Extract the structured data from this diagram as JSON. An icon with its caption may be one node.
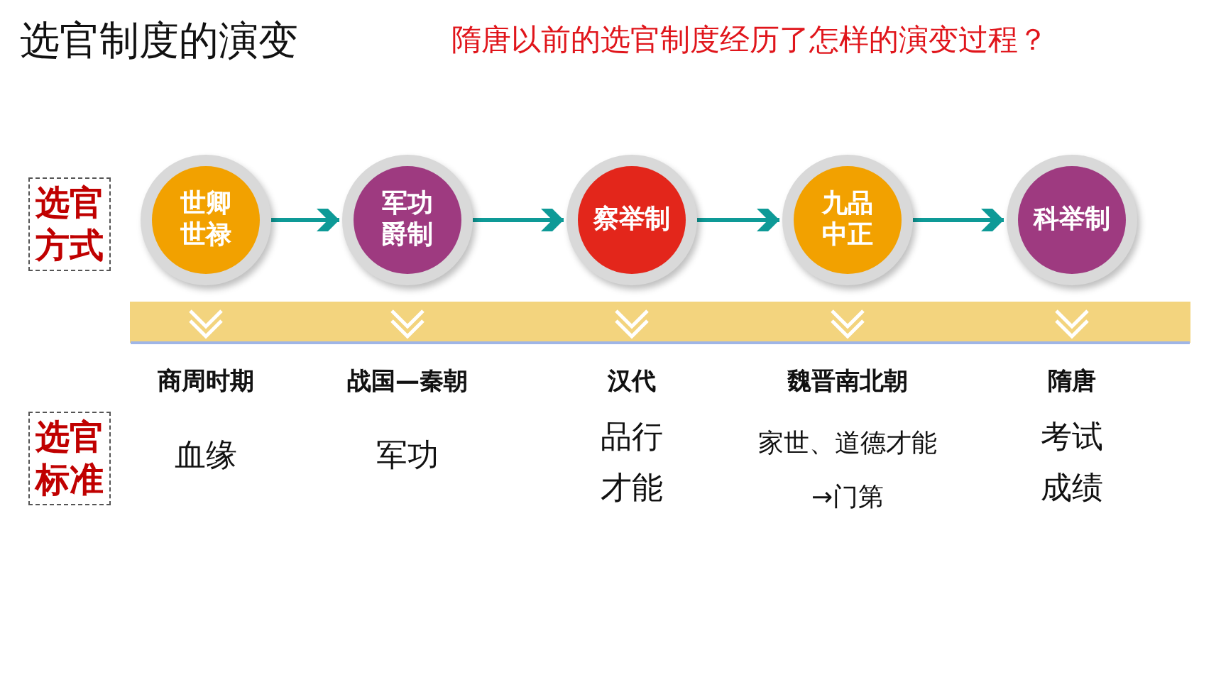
{
  "diagram": {
    "title": "选官制度的演变",
    "nodes": [
      {
        "text": [
          "选官方式"
        ]
      },
      {
        "text": [
          "世卿世禄"
        ]
      },
      {
        "text": [
          "军功爵制"
        ]
      },
      {
        "text": [
          "察举制"
        ]
      },
      {
        "text": [
          "九品中正"
        ]
      },
      {
        "text": [
          "科举制"
        ]
      },
      {
        "text": [
          "选官标准"
        ]
      }
    ],
    "edges": [
      {
        "from": 1,
        "to": 2,
        "arrow": "to"
      },
      {
        "from": 2,
        "to": 3,
        "arrow": "to"
      },
      {
        "from": 3,
        "to": 4,
        "arrow": "to"
      },
      {
        "from": 4,
        "to": 5,
        "arrow": "to"
      }
    ],
    "labels": [
      "隋唐以前的选官制度经历了怎样的演变过程？",
      "商周时期",
      "战国—秦朝",
      "汉代",
      "魏晋南北朝",
      "隋唐",
      "血缘",
      "军功",
      "品行才能",
      "家世、道德才能→门第",
      "考试成绩"
    ]
  }
}
